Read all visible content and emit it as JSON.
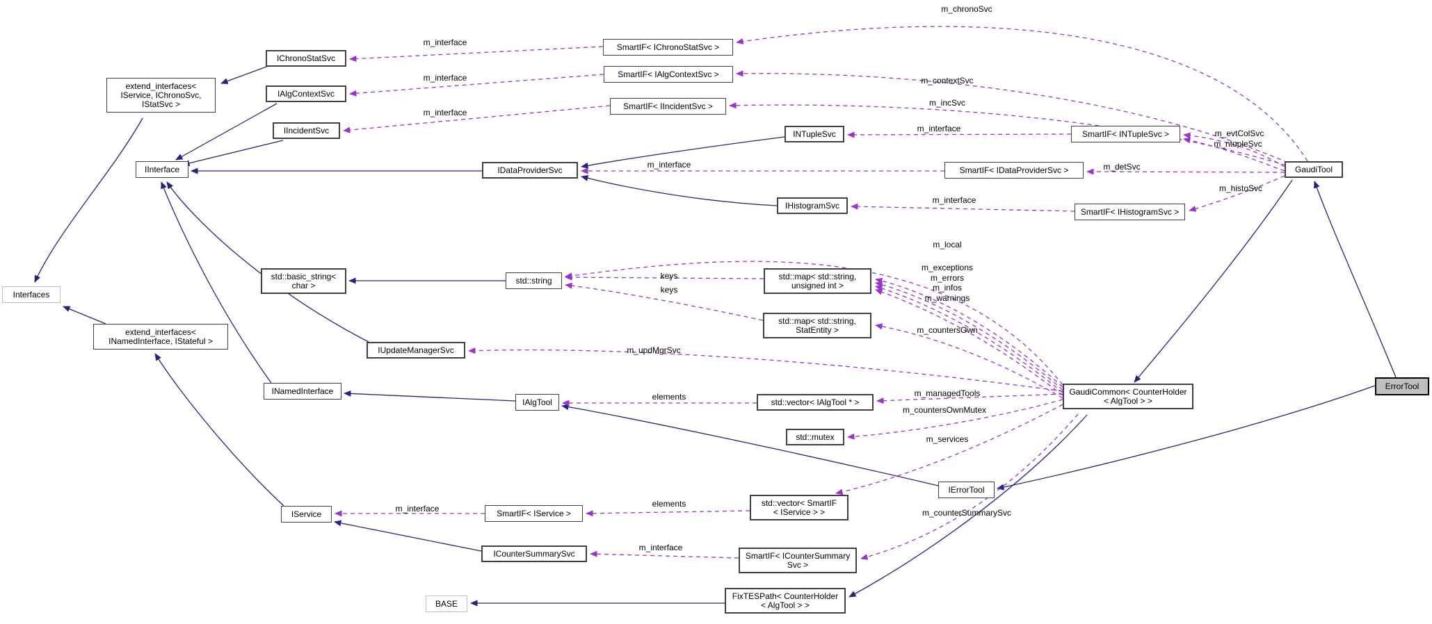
{
  "diagram": {
    "type": "doxygen-collaboration-graph",
    "selected_class": "ErrorTool",
    "colors": {
      "background": "#ffffff",
      "inheritance_edge": "#24247e",
      "usage_edge": "#9a32cd",
      "node_border": "#404040",
      "grayed_node_border": "#bebebe",
      "selected_node_fill": "#bfbfbf",
      "text": "#000000"
    },
    "nodes": [
      {
        "id": "interfaces",
        "label": "Interfaces"
      },
      {
        "id": "ext_svc",
        "label": "extend_interfaces<\nIService, IChronoSvc,\nIStatSvc >"
      },
      {
        "id": "ichronostatsvc",
        "label": "IChronoStatSvc"
      },
      {
        "id": "ialgcontextsvc",
        "label": "IAlgContextSvc"
      },
      {
        "id": "iincidentsvc",
        "label": "IIncidentSvc"
      },
      {
        "id": "iinterface",
        "label": "IInterface"
      },
      {
        "id": "smartif_chrono",
        "label": "SmartIF< IChronoStatSvc >"
      },
      {
        "id": "smartif_algctx",
        "label": "SmartIF< IAlgContextSvc >"
      },
      {
        "id": "smartif_incident",
        "label": "SmartIF< IIncidentSvc >"
      },
      {
        "id": "intuplesvc",
        "label": "INTupleSvc"
      },
      {
        "id": "idataprovidersvc",
        "label": "IDataProviderSvc"
      },
      {
        "id": "ihistogramsvc",
        "label": "IHistogramSvc"
      },
      {
        "id": "smartif_ntuple",
        "label": "SmartIF< INTupleSvc >"
      },
      {
        "id": "smartif_dataprovider",
        "label": "SmartIF< IDataProviderSvc >"
      },
      {
        "id": "smartif_histogram",
        "label": "SmartIF< IHistogramSvc >"
      },
      {
        "id": "gauditool",
        "label": "GaudiTool"
      },
      {
        "id": "basic_string",
        "label": "std::basic_string<\nchar >"
      },
      {
        "id": "std_string",
        "label": "std::string"
      },
      {
        "id": "map_uint",
        "label": "std::map< std::string,\nunsigned int >"
      },
      {
        "id": "map_stat",
        "label": "std::map< std::string,\nStatEntity >"
      },
      {
        "id": "iupdatemanagersvc",
        "label": "IUpdateManagerSvc"
      },
      {
        "id": "ext_named",
        "label": "extend_interfaces<\nINamedInterface, IStateful >"
      },
      {
        "id": "inamedinterface",
        "label": "INamedInterface"
      },
      {
        "id": "ialgtool",
        "label": "IAlgTool"
      },
      {
        "id": "vec_algtool",
        "label": "std::vector< IAlgTool * >"
      },
      {
        "id": "std_mutex",
        "label": "std::mutex"
      },
      {
        "id": "gaudicommon",
        "label": "GaudiCommon< CounterHolder\n< AlgTool > >"
      },
      {
        "id": "ierrortool",
        "label": "IErrorTool"
      },
      {
        "id": "errortool",
        "label": "ErrorTool"
      },
      {
        "id": "iservice",
        "label": "IService"
      },
      {
        "id": "smartif_iservice",
        "label": "SmartIF< IService >"
      },
      {
        "id": "vec_smartif_iservice",
        "label": "std::vector< SmartIF\n< IService > >"
      },
      {
        "id": "icountersummarysvc",
        "label": "ICounterSummarySvc"
      },
      {
        "id": "smartif_countersummary",
        "label": "SmartIF< ICounterSummary\nSvc >"
      },
      {
        "id": "base",
        "label": "BASE"
      },
      {
        "id": "fixtespath",
        "label": "FixTESPath< CounterHolder\n< AlgTool > >"
      }
    ],
    "edge_labels": [
      {
        "id": "m_chronoSvc",
        "text": "m_chronoSvc"
      },
      {
        "id": "m_interface_chrono",
        "text": "m_interface"
      },
      {
        "id": "m_interface_algctx",
        "text": "m_interface"
      },
      {
        "id": "m_interface_incident",
        "text": "m_interface"
      },
      {
        "id": "m_contextSvc",
        "text": "m_contextSvc"
      },
      {
        "id": "m_incSvc",
        "text": "m_incSvc"
      },
      {
        "id": "m_interface_ntuple",
        "text": "m_interface"
      },
      {
        "id": "m_evtColSvc",
        "text": "m_evtColSvc"
      },
      {
        "id": "m_ntupleSvc",
        "text": "m_ntupleSvc"
      },
      {
        "id": "m_interface_dataprovider",
        "text": "m_interface"
      },
      {
        "id": "m_detSvc",
        "text": "m_detSvc"
      },
      {
        "id": "m_histoSvc",
        "text": "m_histoSvc"
      },
      {
        "id": "m_interface_histogram",
        "text": "m_interface"
      },
      {
        "id": "m_local",
        "text": "m_local"
      },
      {
        "id": "m_exceptions",
        "text": "m_exceptions"
      },
      {
        "id": "m_errors",
        "text": "m_errors"
      },
      {
        "id": "m_infos",
        "text": "m_infos"
      },
      {
        "id": "m_warnings",
        "text": "m_warnings"
      },
      {
        "id": "keys_map_uint",
        "text": "keys"
      },
      {
        "id": "keys_map_stat",
        "text": "keys"
      },
      {
        "id": "m_countersOwn",
        "text": "m_countersOwn"
      },
      {
        "id": "m_updMgrSvc",
        "text": "m_updMgrSvc"
      },
      {
        "id": "m_managedTools",
        "text": "m_managedTools"
      },
      {
        "id": "m_countersOwnMutex",
        "text": "m_countersOwnMutex"
      },
      {
        "id": "elements_algtool",
        "text": "elements"
      },
      {
        "id": "m_services",
        "text": "m_services"
      },
      {
        "id": "elements_iservice",
        "text": "elements"
      },
      {
        "id": "m_interface_iservice",
        "text": "m_interface"
      },
      {
        "id": "m_counterSummarySvc",
        "text": "m_counterSummarySvc"
      },
      {
        "id": "m_interface_countersummary",
        "text": "m_interface"
      }
    ]
  }
}
